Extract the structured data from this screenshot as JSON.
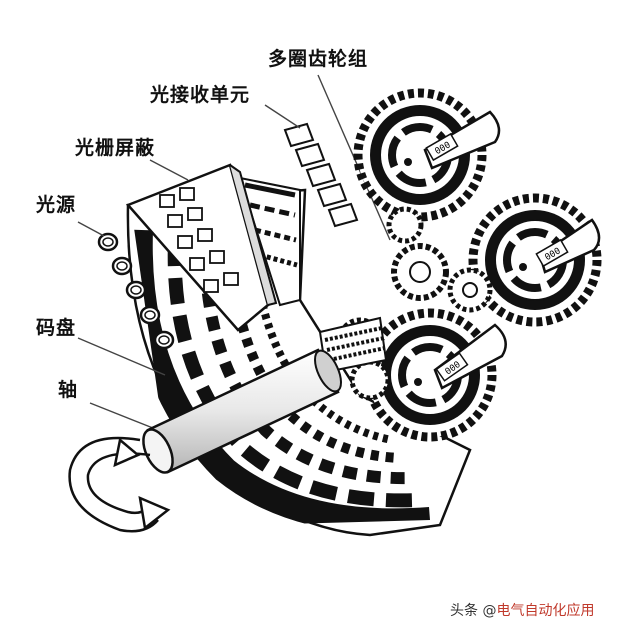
{
  "labels": {
    "gear_set": "多圈齿轮组",
    "light_receiver": "光接收单元",
    "grating_shield": "光栅屏蔽",
    "light_source": "光源",
    "code_disc": "码盘",
    "shaft": "轴"
  },
  "gear_dials": [
    "000",
    "000",
    "000"
  ],
  "watermark": {
    "prefix": "头条 @",
    "name": "电气自动化应用"
  },
  "colors": {
    "ink": "#111111",
    "watermark_accent": "#c0392b"
  }
}
